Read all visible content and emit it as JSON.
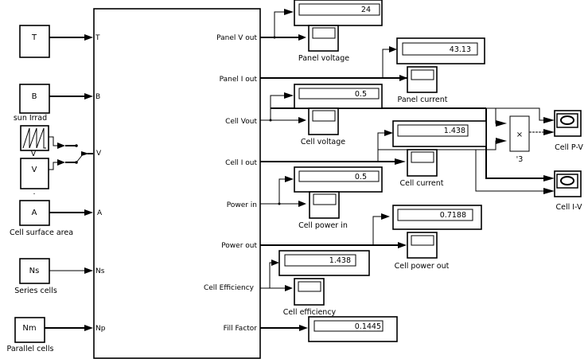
{
  "model": {
    "subsystem": {
      "inputs": [
        "T",
        "B",
        "V",
        "A",
        "Ns",
        "Np"
      ],
      "outputs": [
        "Panel V out",
        "Panel I out",
        "Cell Vout",
        "Cell I out",
        "Power in",
        "Power out",
        "Cell Efficiency",
        "Fill Factor"
      ]
    },
    "sources": [
      {
        "id": "T",
        "text": "T",
        "label": ""
      },
      {
        "id": "B",
        "text": "B",
        "label": "sun Irrad"
      },
      {
        "id": "ramp",
        "text": "",
        "label": "V",
        "icon": "sawtooth-icon"
      },
      {
        "id": "V",
        "text": "V",
        "label": "."
      },
      {
        "id": "A",
        "text": "A",
        "label": "Cell surface area"
      },
      {
        "id": "Ns",
        "text": "Ns",
        "label": "Series cells"
      },
      {
        "id": "Nm",
        "text": "Nm",
        "label": "Parallel cells"
      }
    ],
    "switch_icon": "manual-switch-icon",
    "displays": [
      {
        "id": "panel_v_display",
        "value": "24"
      },
      {
        "id": "panel_i_display",
        "value": "43.13"
      },
      {
        "id": "cell_v_display",
        "value": "0.5"
      },
      {
        "id": "cell_i_display",
        "value": "1.438"
      },
      {
        "id": "power_in_display",
        "value": "0.5"
      },
      {
        "id": "power_out_display",
        "value": "0.7188"
      },
      {
        "id": "efficiency_display",
        "value": "1.438"
      },
      {
        "id": "fill_factor_display",
        "value": "0.1445"
      }
    ],
    "scopes": [
      {
        "id": "panel_voltage",
        "label": "Panel  voltage"
      },
      {
        "id": "panel_current",
        "label": "Panel current"
      },
      {
        "id": "cell_voltage",
        "label": "Cell voltage"
      },
      {
        "id": "cell_current",
        "label": "Cell current"
      },
      {
        "id": "cell_power_in",
        "label": "Cell power in"
      },
      {
        "id": "cell_power_out",
        "label": "Cell power out"
      },
      {
        "id": "cell_efficiency",
        "label": "Cell efficiency"
      }
    ],
    "xy_graphs": [
      {
        "id": "cell_pv",
        "label": "Cell P-V"
      },
      {
        "id": "cell_iv",
        "label": "Cell I-V"
      }
    ],
    "product": {
      "symbol": "×",
      "label": "'3"
    }
  }
}
